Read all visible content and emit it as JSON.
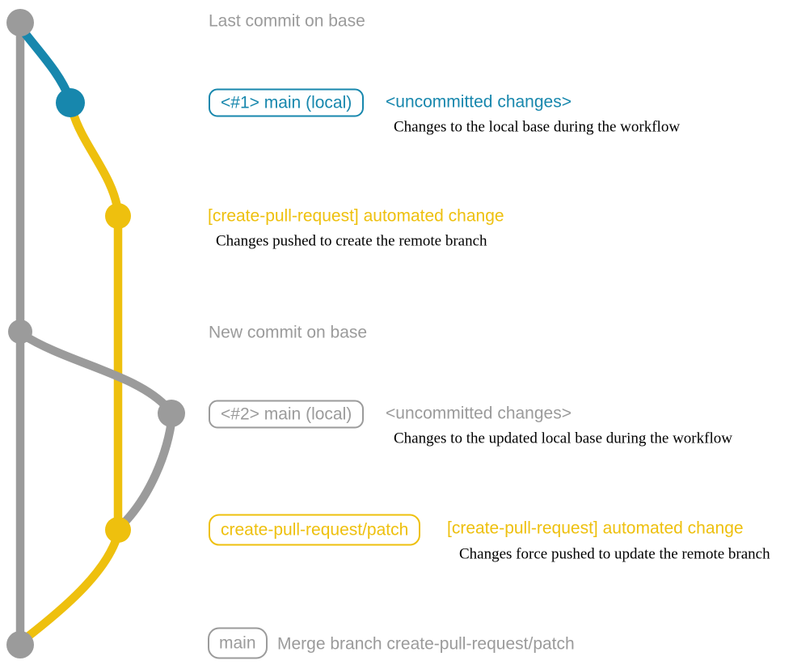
{
  "colors": {
    "gray": "#9b9b9b",
    "blue": "#1787ad",
    "yellow": "#eec00e",
    "text": "#000000",
    "background": "#ffffff"
  },
  "graph": {
    "type": "git-branch-diagram",
    "branches": [
      {
        "name": "base",
        "color_key": "gray"
      },
      {
        "name": "main (local)",
        "color_key": "blue"
      },
      {
        "name": "create-pull-request/patch",
        "color_key": "yellow"
      }
    ],
    "commit_dots": [
      {
        "id": "last-commit-on-base",
        "color_key": "gray"
      },
      {
        "id": "main-local-1",
        "color_key": "blue"
      },
      {
        "id": "patch-commit-1",
        "color_key": "yellow"
      },
      {
        "id": "new-commit-on-base",
        "color_key": "gray"
      },
      {
        "id": "main-local-2",
        "color_key": "gray"
      },
      {
        "id": "patch-commit-2-force-push",
        "color_key": "yellow"
      },
      {
        "id": "merge-commit",
        "color_key": "gray"
      }
    ]
  },
  "annotations": {
    "last_commit_label": "Last commit on base",
    "row1": {
      "tag": "<#1> main (local)",
      "status": "<uncommitted changes>",
      "description": "Changes to the local base during the workflow"
    },
    "commit1": {
      "title": "[create-pull-request] automated change",
      "description": "Changes pushed to create the remote branch"
    },
    "new_commit_label": "New commit on base",
    "row2": {
      "tag": "<#2> main (local)",
      "status": "<uncommitted changes>",
      "description": "Changes to the updated local base during the workflow"
    },
    "patch": {
      "tag": "create-pull-request/patch",
      "title": "[create-pull-request] automated change",
      "description": "Changes force pushed to update the remote branch"
    },
    "merge": {
      "tag": "main",
      "message": "Merge branch create-pull-request/patch"
    }
  }
}
